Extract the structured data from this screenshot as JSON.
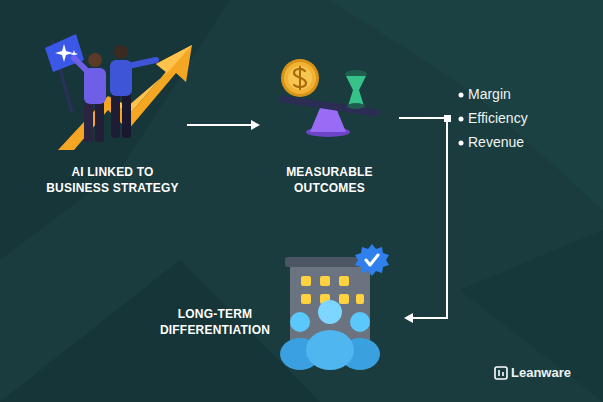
{
  "diagram": {
    "nodes": [
      {
        "text": [
          "AI LINKED TO BUSINESS STRATEGY"
        ]
      },
      {
        "text": [
          "MEASURABLE OUTCOMES"
        ]
      },
      {
        "text": [
          "LONG-TERM DIFFERENTIATION"
        ]
      }
    ],
    "edges": [
      {
        "from": 0,
        "to": 1,
        "arrow": "to"
      },
      {
        "from": 1,
        "to": 2,
        "arrow": "to"
      }
    ],
    "labels": [
      "Margin",
      "Efficiency",
      "Revenue",
      "Leanware"
    ]
  }
}
